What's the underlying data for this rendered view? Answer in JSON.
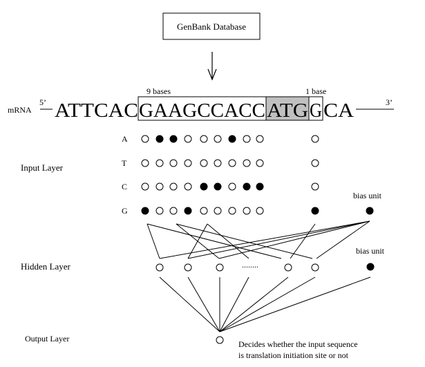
{
  "database": {
    "label": "GenBank Database"
  },
  "sequence": {
    "mrna_label": "mRNA",
    "five_prime": "5’",
    "three_prime": "3’",
    "prefix": "ATTCAC",
    "window": "GAAGCCACC",
    "start_codon": "ATG",
    "after": "G",
    "suffix": "CA",
    "nine_bases_label": "9 bases",
    "one_base_label": "1 base"
  },
  "layers": {
    "input": "Input Layer",
    "hidden": "Hidden Layer",
    "output": "Output Layer"
  },
  "bases": [
    "A",
    "T",
    "C",
    "G"
  ],
  "encoding": {
    "window_columns": [
      "G",
      "A",
      "A",
      "G",
      "C",
      "C",
      "A",
      "C",
      "C"
    ],
    "extra_column": "G",
    "filled_color": "#000000",
    "empty_color": "#ffffff",
    "highlight_color": "#c0c0c0"
  },
  "bias": {
    "input_label": "bias unit",
    "hidden_label": "bias unit"
  },
  "hidden": {
    "ellipsis": "........"
  },
  "output": {
    "description_line1": "Decides whether the input sequence",
    "description_line2": "is translation initiation site or not"
  }
}
